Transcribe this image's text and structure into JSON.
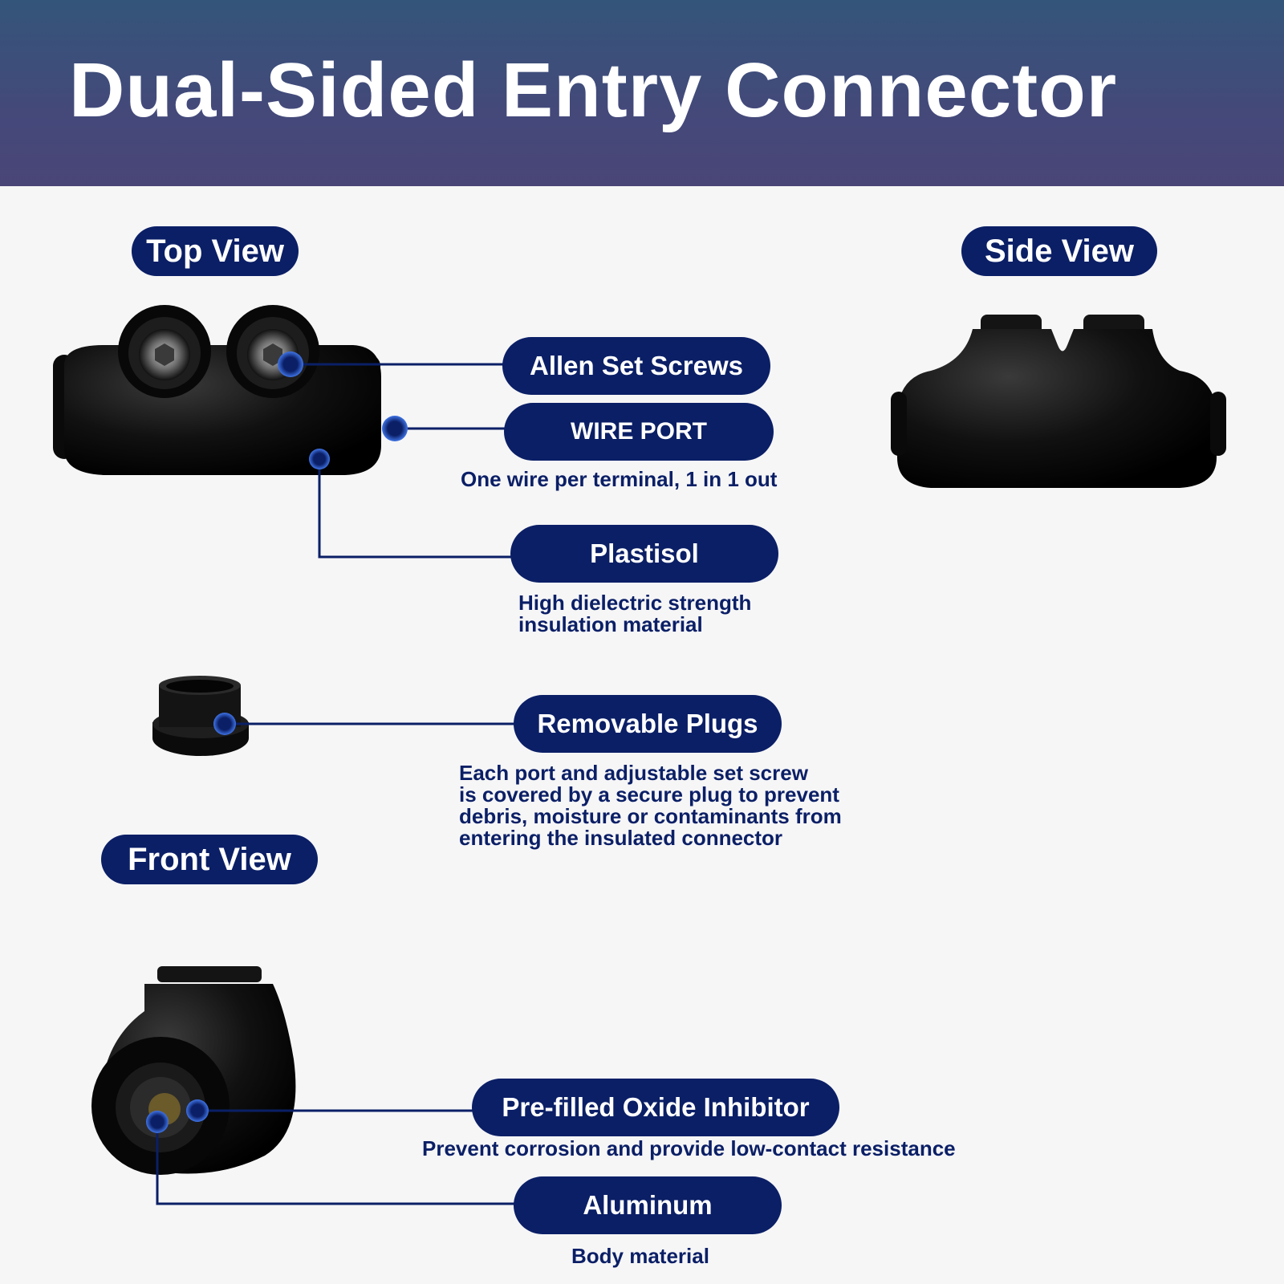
{
  "title": "Dual-Sided Entry Connector",
  "views": {
    "top": "Top View",
    "side": "Side View",
    "front": "Front View"
  },
  "features": {
    "allen": {
      "label": "Allen Set Screws"
    },
    "wire_port": {
      "label": "WIRE PORT",
      "desc": "One wire per terminal, 1 in 1 out"
    },
    "plastisol": {
      "label": "Plastisol",
      "desc_lines": [
        "High dielectric strength",
        "insulation material"
      ]
    },
    "plugs": {
      "label": "Removable Plugs",
      "desc_lines": [
        "Each port and adjustable set screw",
        "is covered by a secure plug to prevent",
        "debris, moisture or contaminants from",
        "entering the insulated connector"
      ]
    },
    "oxide": {
      "label": "Pre-filled Oxide Inhibitor",
      "desc": "Prevent corrosion and provide low-contact resistance"
    },
    "aluminum": {
      "label": "Aluminum",
      "desc": "Body material"
    }
  },
  "colors": {
    "accent": "#0b1f66",
    "marker": "#1f4fd1",
    "body": "#0d0d0d"
  }
}
